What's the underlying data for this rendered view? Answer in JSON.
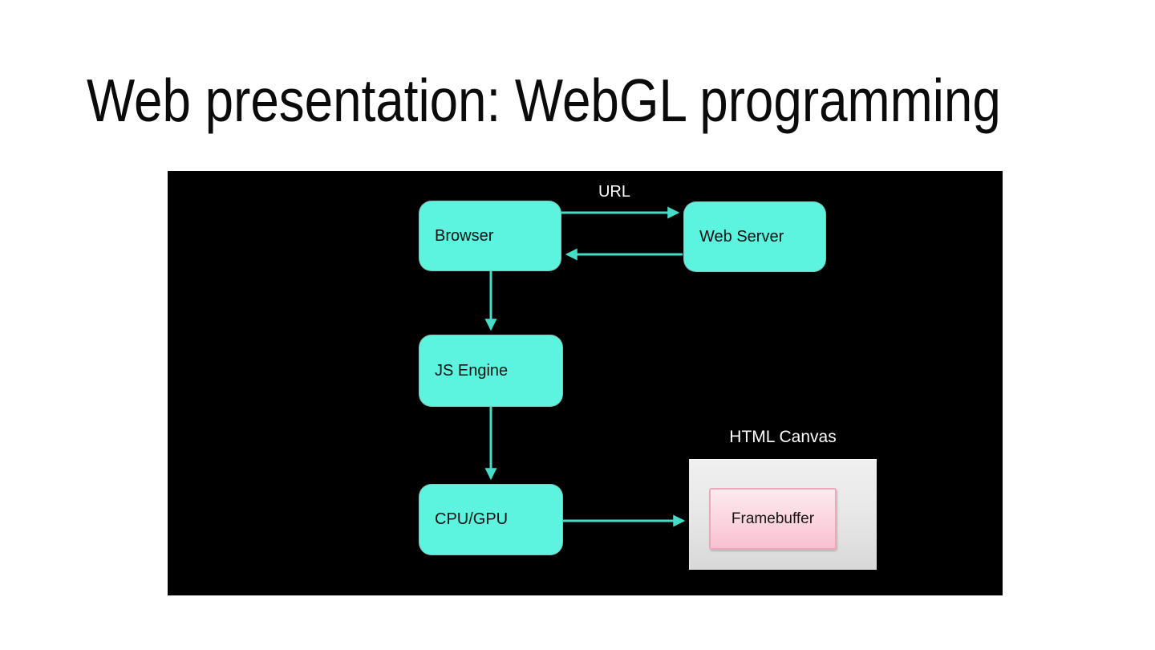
{
  "slide": {
    "title": "Web presentation: WebGL programming"
  },
  "diagram": {
    "background_color": "#000000",
    "labels": {
      "url": "URL",
      "html_canvas": "HTML Canvas"
    },
    "nodes": [
      {
        "id": "browser",
        "label": "Browser"
      },
      {
        "id": "web-server",
        "label": "Web Server"
      },
      {
        "id": "js-engine",
        "label": "JS Engine"
      },
      {
        "id": "cpu-gpu",
        "label": "CPU/GPU"
      },
      {
        "id": "framebuffer",
        "label": "Framebuffer"
      }
    ],
    "edges": [
      {
        "from": "browser",
        "to": "web-server",
        "label": "URL",
        "direction": "right"
      },
      {
        "from": "web-server",
        "to": "browser",
        "label": "",
        "direction": "left"
      },
      {
        "from": "browser",
        "to": "js-engine",
        "label": "",
        "direction": "down"
      },
      {
        "from": "js-engine",
        "to": "cpu-gpu",
        "label": "",
        "direction": "down"
      },
      {
        "from": "cpu-gpu",
        "to": "framebuffer",
        "label": "",
        "direction": "right"
      }
    ],
    "colors": {
      "node_fill": "#5cf4de",
      "node_text": "#111111",
      "arrow": "#45ddc8",
      "canvas_fill_top": "#f0f0f0",
      "canvas_fill_bottom": "#d8d8d8",
      "framebuffer_fill_top": "#fdeaf0",
      "framebuffer_fill_bottom": "#f8c0d1",
      "framebuffer_border": "#eda7bb",
      "overlay_label_text": "#ffffff",
      "title_text": "#0b0b0b",
      "page_background": "#ffffff"
    }
  }
}
